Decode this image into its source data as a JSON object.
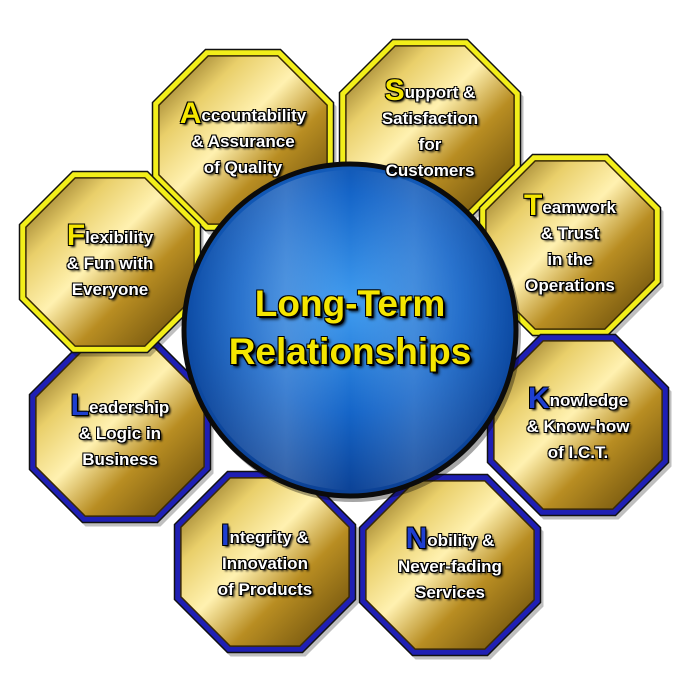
{
  "center": {
    "line1": "Long-Term",
    "line2": "Relationships"
  },
  "petals": [
    {
      "id": "accountability",
      "initial": "A",
      "rest": "ccountability",
      "lines": [
        "& Assurance",
        "of Quality"
      ],
      "border": "yellow"
    },
    {
      "id": "support",
      "initial": "S",
      "rest": "upport &",
      "lines": [
        "Satisfaction",
        "for",
        "Customers"
      ],
      "border": "yellow"
    },
    {
      "id": "teamwork",
      "initial": "T",
      "rest": "eamwork",
      "lines": [
        "& Trust",
        "in the",
        "Operations"
      ],
      "border": "yellow"
    },
    {
      "id": "knowledge",
      "initial": "K",
      "rest": "nowledge",
      "lines": [
        "& Know-how",
        "of I.C.T."
      ],
      "border": "blue"
    },
    {
      "id": "nobility",
      "initial": "N",
      "rest": "obility &",
      "lines": [
        "Never-fading",
        "Services"
      ],
      "border": "blue"
    },
    {
      "id": "integrity",
      "initial": "I",
      "rest": "ntegrity &",
      "lines": [
        "Innovation",
        "of Products"
      ],
      "border": "blue"
    },
    {
      "id": "leadership",
      "initial": "L",
      "rest": "eadership",
      "lines": [
        "& Logic in",
        "Business"
      ],
      "border": "blue"
    },
    {
      "id": "flexibility",
      "initial": "F",
      "rest": "lexibility",
      "lines": [
        "& Fun with",
        "Everyone"
      ],
      "border": "yellow"
    }
  ],
  "colors": {
    "yellow_border": "#f2ee1a",
    "blue_border": "#1f1fb4",
    "initial_yellow": "#f5e600",
    "initial_blue": "#1e3fd0",
    "gold_light": "#f3df8a",
    "gold_dark": "#8a6a14",
    "center_blue": "#1a6fd6",
    "center_text": "#f5e600"
  }
}
